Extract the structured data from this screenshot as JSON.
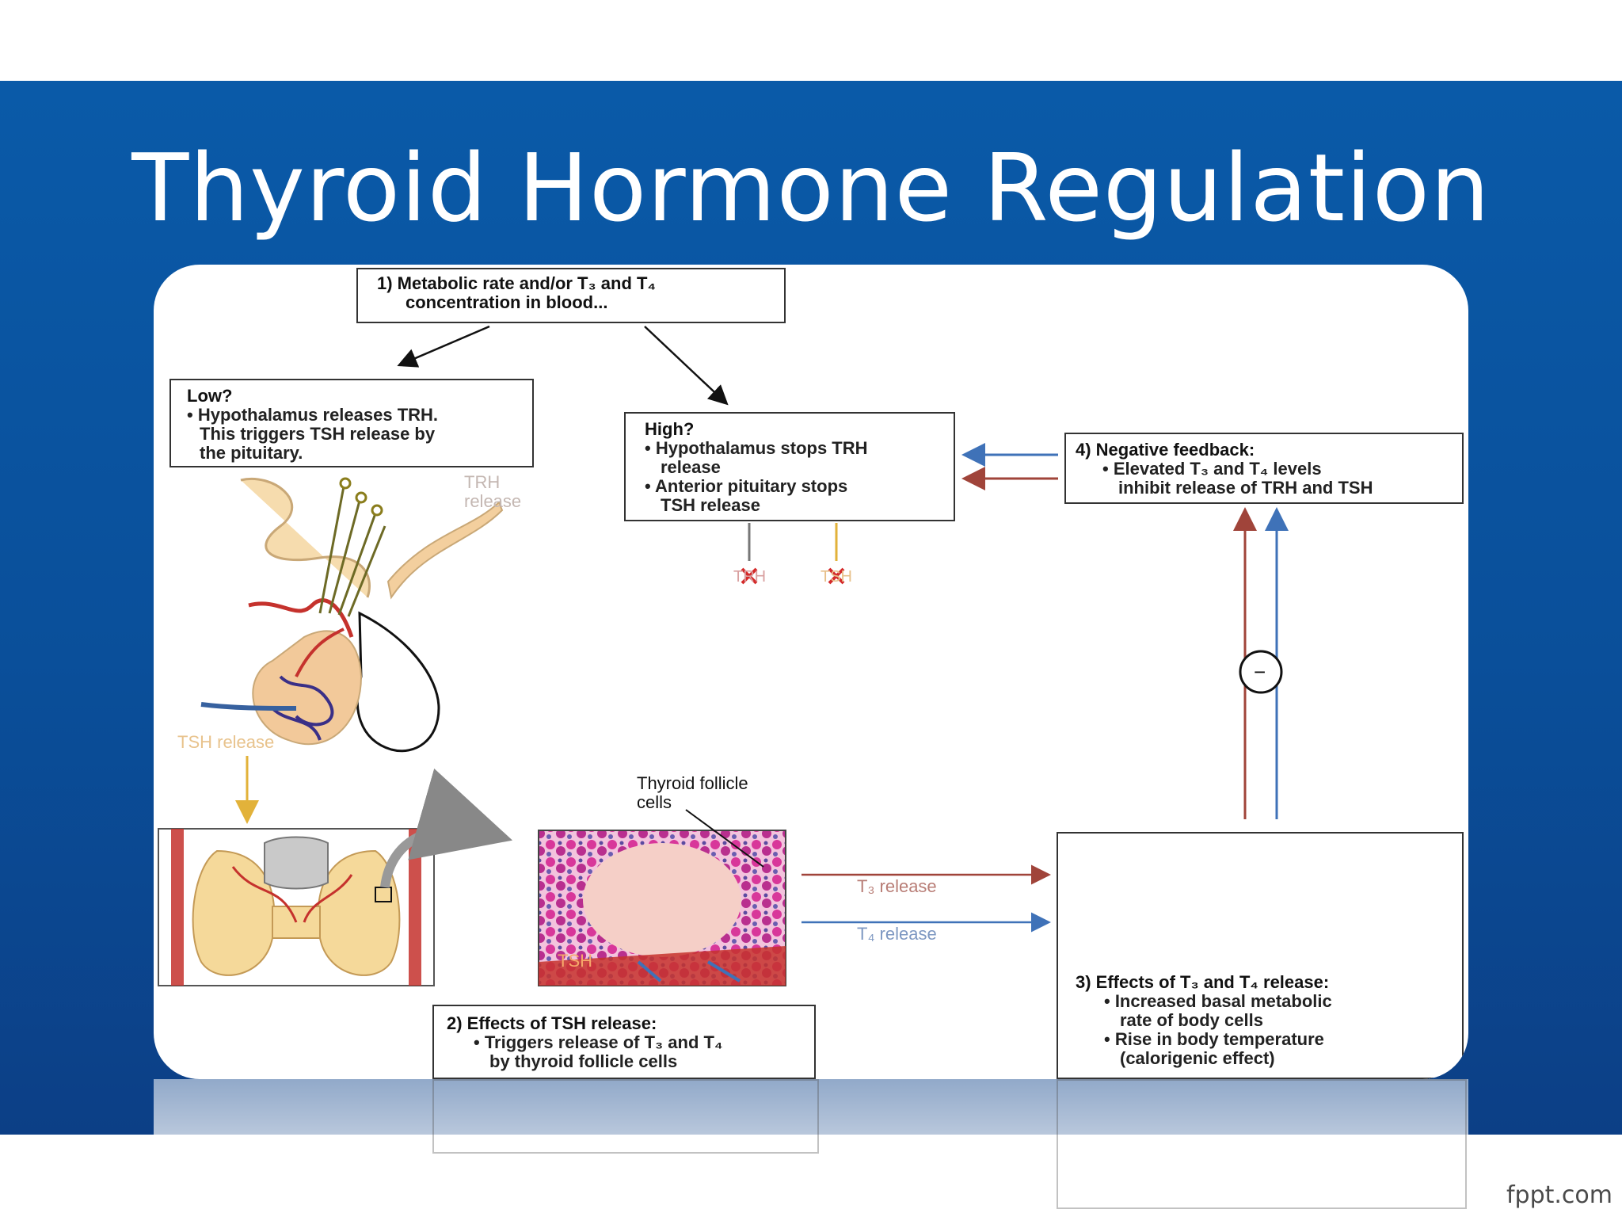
{
  "slide": {
    "title": "Thyroid Hormone Regulation",
    "watermark": "fppt.com"
  },
  "diagram": {
    "step1": {
      "line1": "1) Metabolic rate and/or T₃ and T₄",
      "line2": "concentration in blood..."
    },
    "low": {
      "heading": "Low?",
      "b1": "• Hypothalamus releases TRH.",
      "b2": "This triggers TSH release by",
      "b3": "the pituitary."
    },
    "high": {
      "heading": "High?",
      "b1": "• Hypothalamus stops TRH",
      "b2": "release",
      "b3": "• Anterior pituitary stops",
      "b4": "TSH release"
    },
    "feedback": {
      "heading": "4) Negative feedback:",
      "b1": "• Elevated T₃ and T₄ levels",
      "b2": "inhibit release of TRH and TSH"
    },
    "tsh_effects": {
      "heading": "2) Effects of TSH release:",
      "b1": "• Triggers release of T₃ and T₄",
      "b2": "by thyroid follicle cells"
    },
    "t_effects": {
      "heading": "3) Effects of T₃ and T₄ release:",
      "b1": "• Increased basal metabolic",
      "b2": "rate of body cells",
      "b3": "• Rise in body temperature",
      "b4": "(calorigenic effect)"
    },
    "labels": {
      "trh_release_1": "TRH",
      "trh_release_2": "release",
      "tsh_release": "TSH release",
      "follicle_1": "Thyroid follicle",
      "follicle_2": "cells",
      "tsh_in_follicle": "TSH",
      "t3_release": "T₃ release",
      "t4_release": "T₄ release",
      "blocked_trh": "TRH",
      "blocked_tsh": "TSH",
      "minus": "−"
    },
    "colors": {
      "t3": "#a0443a",
      "t4": "#3f72b8",
      "hormone_yellow": "#e2b23a",
      "follicle_pink": "#e8449a",
      "mito": "#ef8b78"
    }
  }
}
